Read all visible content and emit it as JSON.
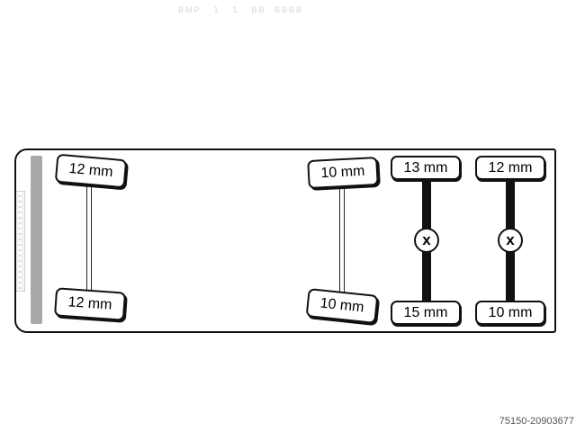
{
  "header": {
    "faint_text": "ВМР · 1 · 1 · ВВ ·ВВВВ"
  },
  "axles": [
    {
      "id": "axle-1",
      "top": "12 mm",
      "bottom": "12 mm",
      "marker": ""
    },
    {
      "id": "axle-2",
      "top": "10 mm",
      "bottom": "10 mm",
      "marker": ""
    },
    {
      "id": "axle-3",
      "top": "13 mm",
      "bottom": "15 mm",
      "marker": "x"
    },
    {
      "id": "axle-4",
      "top": "12 mm",
      "bottom": "10 mm",
      "marker": "x"
    }
  ],
  "footer": {
    "stock_id": "75150-20903677"
  },
  "colors": {
    "outline": "#111111",
    "hitch": "#a9a9a9",
    "background": "#ffffff"
  }
}
